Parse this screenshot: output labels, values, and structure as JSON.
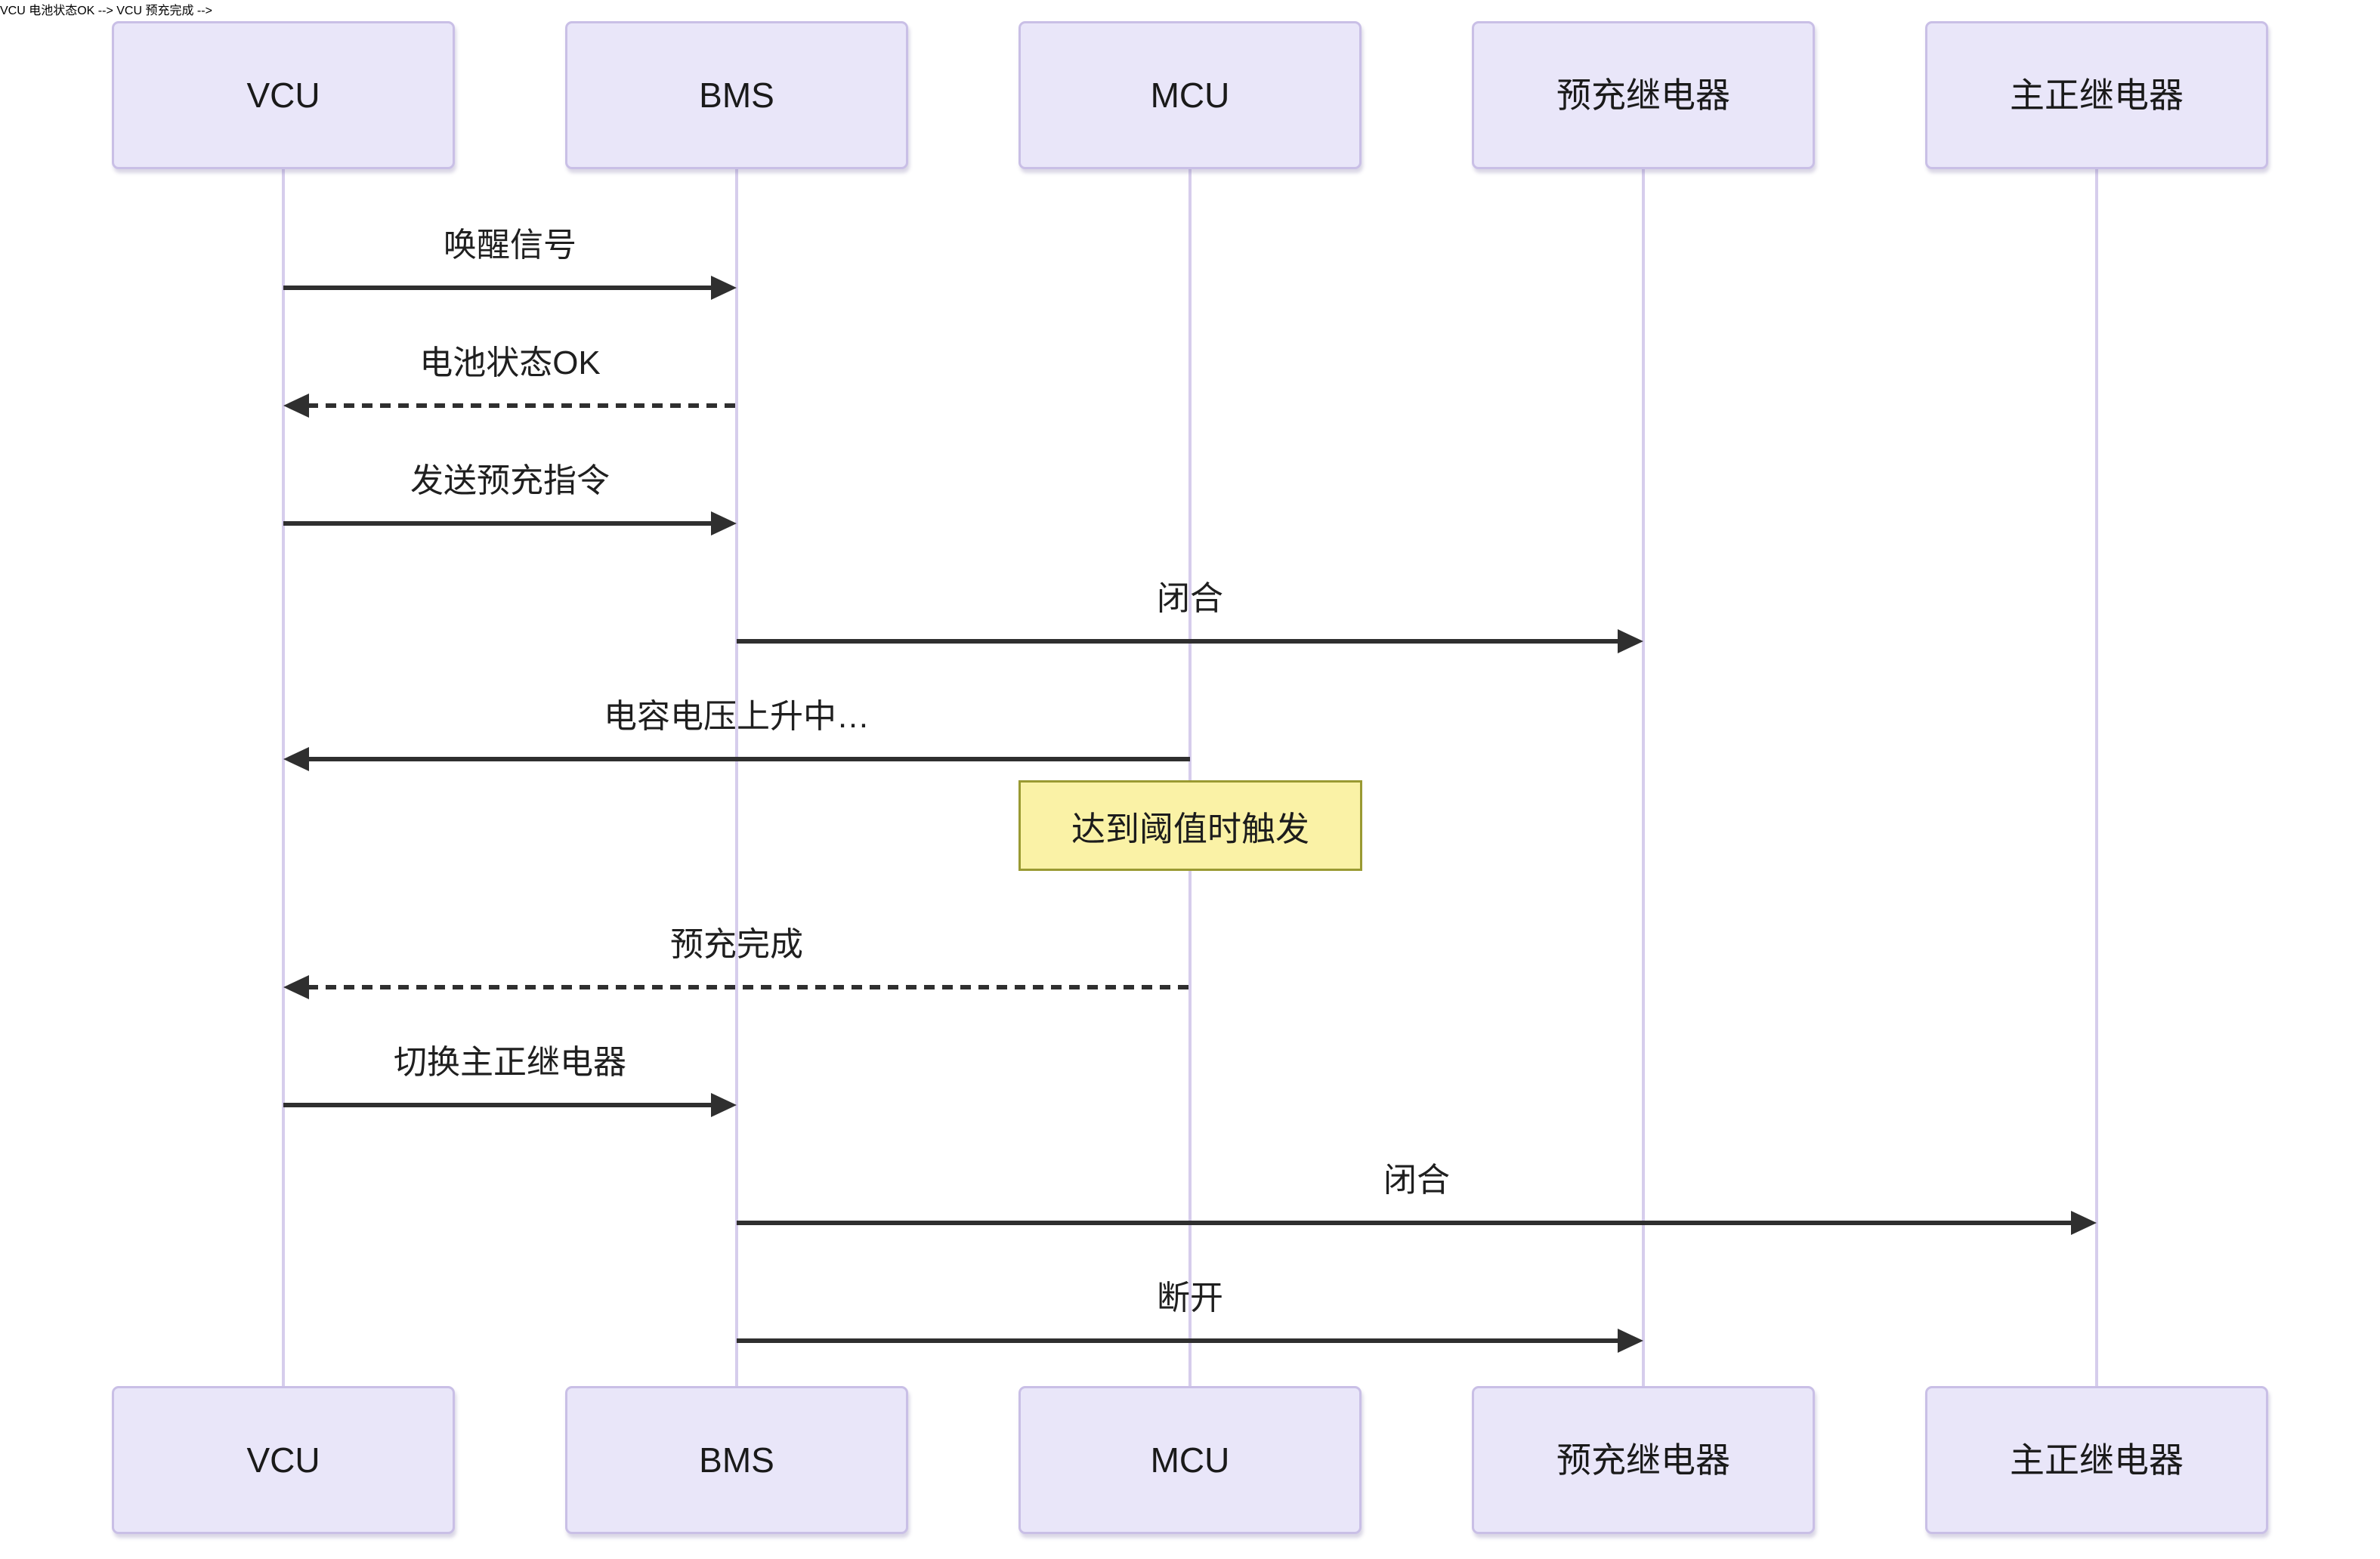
{
  "diagram": {
    "type": "sequence",
    "actors": [
      {
        "id": "vcu",
        "label": "VCU"
      },
      {
        "id": "bms",
        "label": "BMS"
      },
      {
        "id": "mcu",
        "label": "MCU"
      },
      {
        "id": "precharge_relay",
        "label": "预充继电器"
      },
      {
        "id": "main_positive_relay",
        "label": "主正继电器"
      }
    ],
    "messages": [
      {
        "from": "VCU",
        "to": "BMS",
        "label": "唤醒信号",
        "line": "solid",
        "direction": "right"
      },
      {
        "from": "BMS",
        "to": "VCU",
        "label": "电池状态OK",
        "line": "dashed",
        "direction": "left"
      },
      {
        "from": "VCU",
        "to": "BMS",
        "label": "发送预充指令",
        "line": "solid",
        "direction": "right"
      },
      {
        "from": "BMS",
        "to": "预充继电器",
        "label": "闭合",
        "line": "solid",
        "direction": "right"
      },
      {
        "from": "MCU",
        "to": "VCU",
        "label": "电容电压上升中…",
        "line": "solid",
        "direction": "left"
      },
      {
        "from": "MCU",
        "to": "VCU",
        "label": "预充完成",
        "line": "dashed",
        "direction": "left"
      },
      {
        "from": "VCU",
        "to": "BMS",
        "label": "切换主正继电器",
        "line": "solid",
        "direction": "right"
      },
      {
        "from": "BMS",
        "to": "主正继电器",
        "label": "闭合",
        "line": "solid",
        "direction": "right"
      },
      {
        "from": "BMS",
        "to": "预充继电器",
        "label": "断开",
        "line": "solid",
        "direction": "right"
      }
    ],
    "note": {
      "text": "达到阈值时触发",
      "over": "MCU"
    },
    "colors": {
      "background": "#FFFFFF",
      "actor_fill": "#E9E6F9",
      "actor_border": "#C9BFE6",
      "lifeline": "#D6CDEC",
      "arrow": "#2F2F2F",
      "note_fill": "#FAF2A6",
      "note_border": "#9A9A32",
      "text": "#1F1F1F"
    }
  }
}
